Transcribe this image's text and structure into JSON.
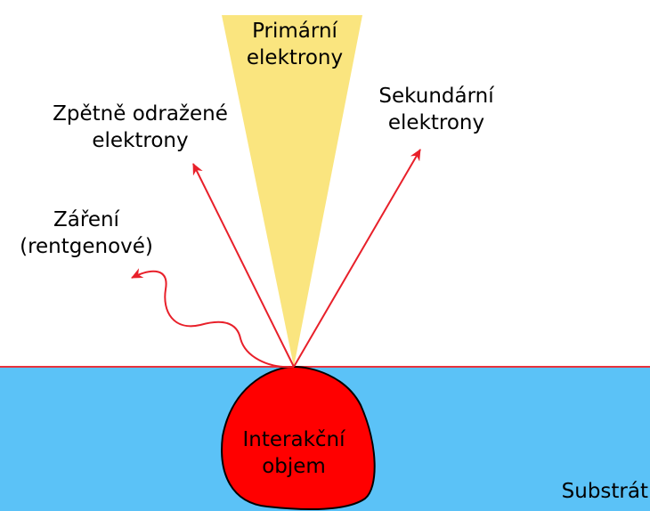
{
  "colors": {
    "background": "#ffffff",
    "substrate": "#5bc2f7",
    "surface_line": "#e8323c",
    "beam": "#fae57f",
    "interaction_volume": "#ff0000",
    "arrows": "#e8202a",
    "outline": "#000000"
  },
  "labels": {
    "primary": [
      "Primární",
      "elektrony"
    ],
    "backscattered": [
      "Zpětně odražené",
      "elektrony"
    ],
    "secondary": [
      "Sekundární",
      "elektrony"
    ],
    "xray": [
      "Záření",
      "(rentgenové)"
    ],
    "volume": [
      "Interakční",
      "objem"
    ],
    "substrate": "Substrát"
  }
}
